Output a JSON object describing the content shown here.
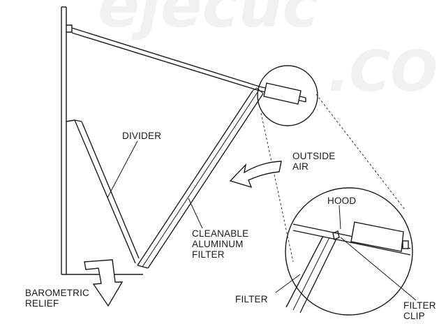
{
  "watermark": {
    "top": "ejecuc",
    "bottom": ".CO"
  },
  "labels": {
    "divider": "DIVIDER",
    "outside_air": [
      "OUTSIDE",
      "AIR"
    ],
    "hood": "HOOD",
    "filter_main": [
      "CLEANABLE",
      "ALUMINUM",
      "FILTER"
    ],
    "barometric": [
      "BAROMETRIC",
      "RELIEF"
    ],
    "filter_detail": "FILTER",
    "filter_clip": [
      "FILTER",
      "CLIP"
    ]
  }
}
